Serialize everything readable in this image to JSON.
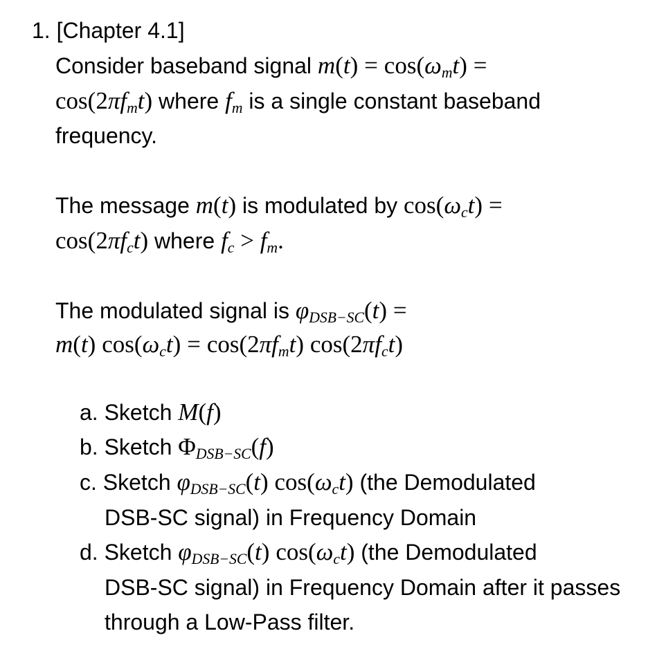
{
  "problem": {
    "number": "1.",
    "heading": "[Chapter 4.1]",
    "p1": {
      "t1": "Consider baseband signal",
      "t2": "where",
      "t3": "is a single constant baseband",
      "t4": "frequency."
    },
    "p2": {
      "t1": "The message",
      "t2": "is modulated by",
      "t3": "where"
    },
    "p3": {
      "t1": "The modulated signal is"
    },
    "parts": {
      "a": {
        "label": "a.",
        "text": "Sketch"
      },
      "b": {
        "label": "b.",
        "text": "Sketch"
      },
      "c": {
        "label": "c.",
        "text": "Sketch",
        "text2": "(the Demodulated",
        "text3": "DSB-SC signal) in Frequency Domain"
      },
      "d": {
        "label": "d.",
        "text": "Sketch",
        "text2": "(the Demodulated",
        "text3": "DSB-SC signal) in Frequency Domain after it passes",
        "text4": "through a Low-Pass filter."
      }
    }
  },
  "symbols": {
    "m": "m",
    "t": "t",
    "f": "f",
    "M": "M",
    "Phi": "Φ",
    "phi": "φ",
    "omega": "ω",
    "pi": "π",
    "cos": "cos",
    "two": "2",
    "sub_m": "m",
    "sub_c": "c",
    "sub_dsb": "DSB−SC",
    "eq": "=",
    "gt": ">",
    "lp": "(",
    "rp": ")",
    "dot": "."
  }
}
